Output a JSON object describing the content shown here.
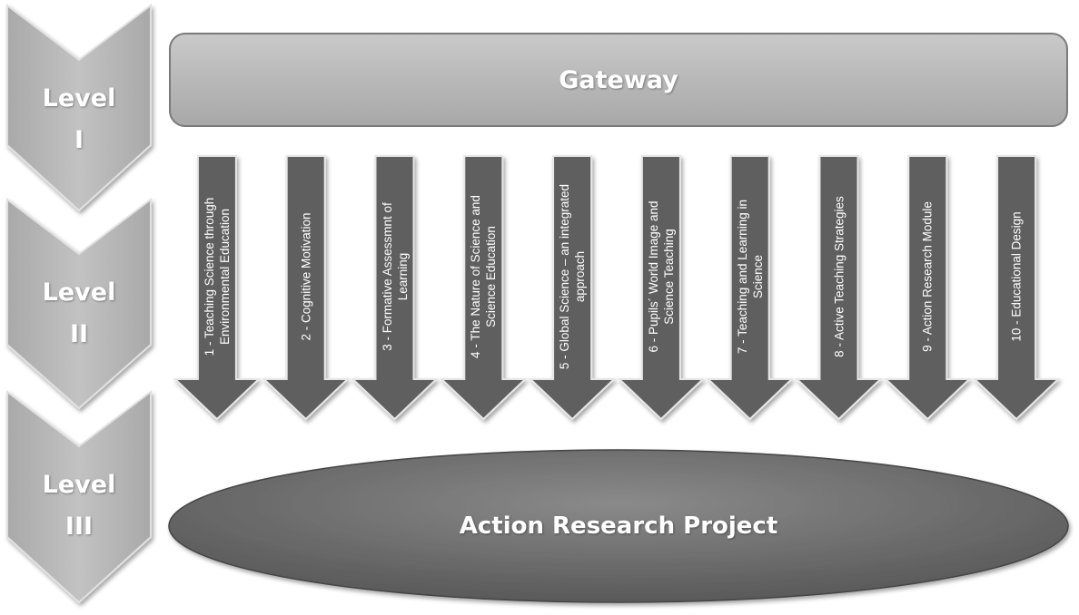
{
  "levels": [
    {
      "line1": "Level",
      "line2": "I"
    },
    {
      "line1": "Level",
      "line2": "II"
    },
    {
      "line1": "Level",
      "line2": "III"
    }
  ],
  "gateway": "Gateway",
  "modules": [
    {
      "line1": "1 - Teaching Science through",
      "line2": "Environmental Education"
    },
    {
      "line1": "2 - Cognitive Motivation",
      "line2": ""
    },
    {
      "line1": "3 - Formative Assessmnt of",
      "line2": "Learning"
    },
    {
      "line1": "4 - The Nature of Science and",
      "line2": "Science Education"
    },
    {
      "line1": "5 - Global Science – an integrated",
      "line2": "approach"
    },
    {
      "line1": "6 - Pupils´ World Image and",
      "line2": "Science Teaching"
    },
    {
      "line1": "7 - Teaching and Learning in",
      "line2": "Science"
    },
    {
      "line1": "8 - Active Teaching Strategies",
      "line2": ""
    },
    {
      "line1": "9 - Action Research Module",
      "line2": ""
    },
    {
      "line1": "10 - Educational Design",
      "line2": ""
    }
  ],
  "project": "Action Research Project",
  "colors": {
    "chevron": "#b3b3b3",
    "chevron_edge": "#d9d9d9",
    "arrow": "#5f5f5f",
    "gateway": "#b8b8b8",
    "ellipse": "#6a6a6a"
  }
}
